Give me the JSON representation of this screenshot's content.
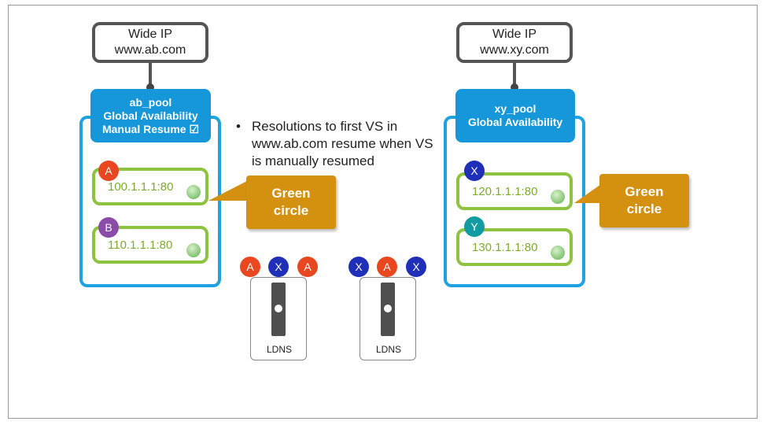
{
  "colors": {
    "pool_blue": "#1697d9",
    "member_green": "#8dc340",
    "callout_orange": "#d4900f",
    "badge_a": "#e8471f",
    "badge_b": "#8b4ba8",
    "badge_x": "#1f2fb8",
    "badge_y": "#129ba0"
  },
  "left": {
    "wide_ip": {
      "title": "Wide IP",
      "name": "www.ab.com"
    },
    "pool": {
      "name": "ab_pool",
      "mode": "Global Availability",
      "resume": "Manual Resume ☑"
    },
    "members": [
      {
        "badge": "A",
        "ip": "100.1.1.1:80",
        "status": "green"
      },
      {
        "badge": "B",
        "ip": "110.1.1.1:80",
        "status": "green"
      }
    ],
    "callout": {
      "line1": "Green",
      "line2": "circle"
    }
  },
  "right": {
    "wide_ip": {
      "title": "Wide IP",
      "name": "www.xy.com"
    },
    "pool": {
      "name": "xy_pool",
      "mode": "Global Availability"
    },
    "members": [
      {
        "badge": "X",
        "ip": "120.1.1.1:80",
        "status": "green"
      },
      {
        "badge": "Y",
        "ip": "130.1.1.1:80",
        "status": "green"
      }
    ],
    "callout": {
      "line1": "Green",
      "line2": "circle"
    }
  },
  "bullet": "Resolutions to first VS in www.ab.com resume when VS is manually resumed",
  "ldns": [
    {
      "label": "LDNS",
      "sequence": [
        "A",
        "X",
        "A"
      ]
    },
    {
      "label": "LDNS",
      "sequence": [
        "X",
        "A",
        "X"
      ]
    }
  ]
}
